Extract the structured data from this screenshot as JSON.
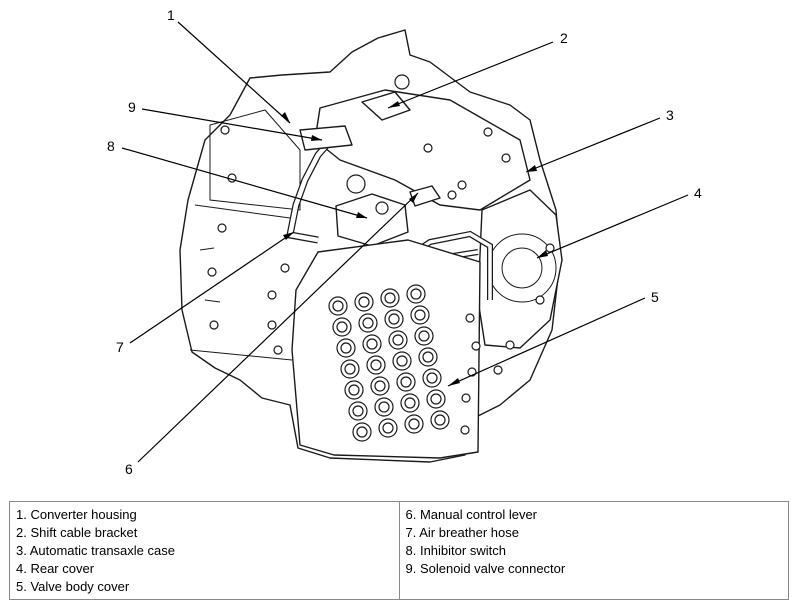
{
  "diagram": {
    "callouts": [
      "1",
      "2",
      "3",
      "4",
      "5",
      "6",
      "7",
      "8",
      "9"
    ]
  },
  "legend": {
    "left": [
      "1. Converter housing",
      "2. Shift cable bracket",
      "3. Automatic transaxle case",
      "4. Rear cover",
      "5. Valve body cover"
    ],
    "right": [
      "6. Manual control lever",
      "7. Air breather hose",
      "8. Inhibitor switch",
      "9. Solenoid valve connector"
    ]
  }
}
